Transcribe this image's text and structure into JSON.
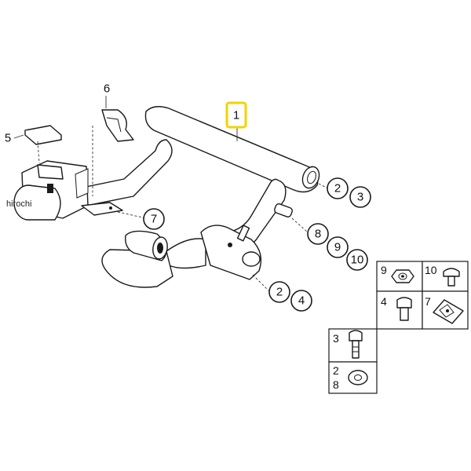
{
  "watermark": "hirochi",
  "highlight": {
    "label": "1",
    "color": "#f2d300"
  },
  "plain_labels": {
    "p5": "5",
    "p6": "6"
  },
  "callouts": {
    "c7": "7",
    "c2a": "2",
    "c3a": "3",
    "c8": "8",
    "c9": "9",
    "c10": "10",
    "c2b": "2",
    "c4": "4"
  },
  "hardware_table": {
    "r1": [
      "9",
      "10"
    ],
    "r2": [
      "4",
      "7"
    ],
    "r3": [
      "3"
    ],
    "r4": [
      "2",
      "8"
    ]
  },
  "icons": [
    "nut-icon",
    "bolt-icon",
    "button-head-bolt-icon",
    "clip-nut-icon",
    "long-bolt-icon",
    "washer-icon"
  ]
}
